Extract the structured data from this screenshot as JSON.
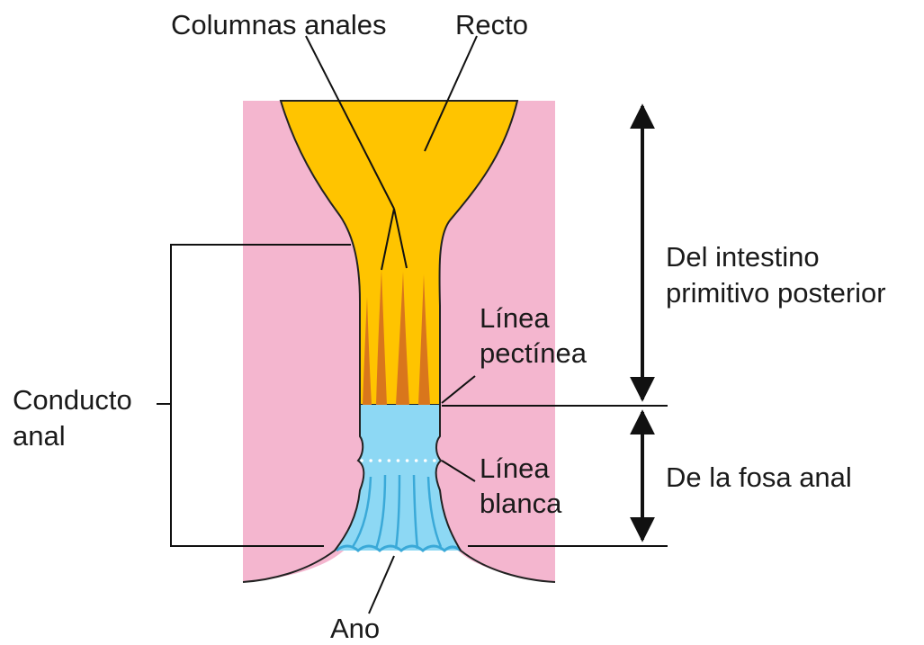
{
  "labels": {
    "columnas_anales": "Columnas anales",
    "recto": "Recto",
    "del_intestino_line1": "Del intestino",
    "del_intestino_line2": "primitivo posterior",
    "linea_pectinea_line1": "Línea",
    "linea_pectinea_line2": "pectínea",
    "linea_blanca_line1": "Línea",
    "linea_blanca_line2": "blanca",
    "de_la_fosa_anal": "De la fosa anal",
    "conducto_anal_line1": "Conducto",
    "conducto_anal_line2": "anal",
    "ano": "Ano"
  },
  "colors": {
    "tissue": "#f4b6cf",
    "rectum": "#ffc400",
    "anal_column": "#d9761c",
    "anal_lower": "#8dd8f4",
    "anal_fold": "#3aa9d8",
    "outline": "#222222"
  }
}
